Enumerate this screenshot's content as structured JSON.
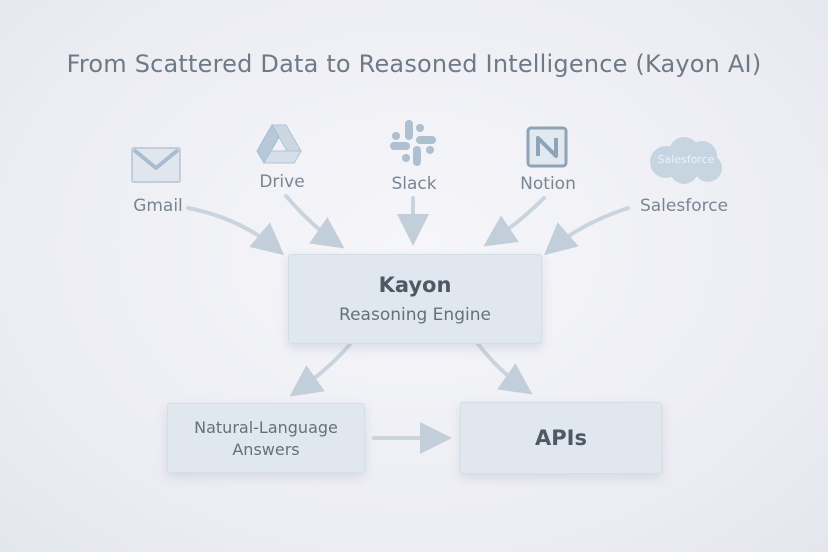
{
  "title": "From Scattered Data to Reasoned Intelligence (Kayon AI)",
  "sources": {
    "gmail": "Gmail",
    "drive": "Drive",
    "slack": "Slack",
    "notion": "Notion",
    "salesforce": "Salesforce",
    "salesforce_logo_text": "Salesforce"
  },
  "engine": {
    "name": "Kayon",
    "subtitle": "Reasoning Engine"
  },
  "outputs": {
    "answers_line1": "Natural-Language",
    "answers_line2": "Answers",
    "apis": "APIs"
  },
  "colors": {
    "arrow": "#c6d1dd",
    "box": "#e1e7ee",
    "text": "#59626e",
    "title": "#6f7a88"
  }
}
